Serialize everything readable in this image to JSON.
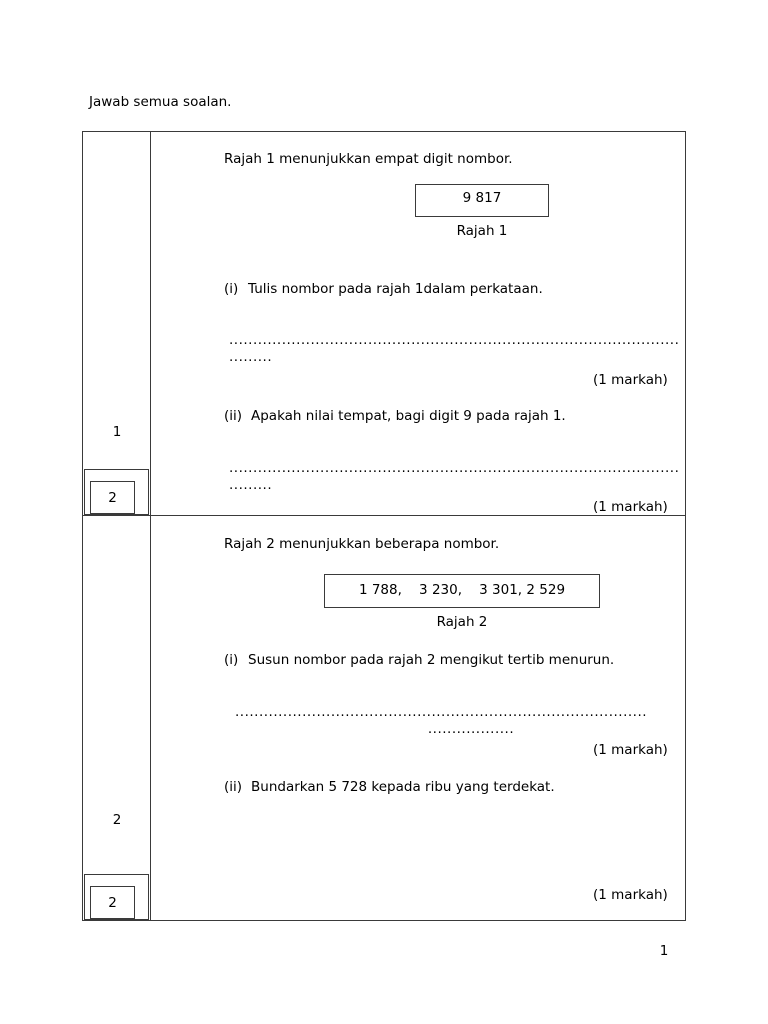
{
  "document": {
    "intro": "Jawab semua soalan.",
    "page_number": "1"
  },
  "questions": [
    {
      "number": "1",
      "marks_box": "2",
      "stem": "Rajah 1 menunjukkan empat digit nombor.",
      "figure": {
        "value": "9 817",
        "caption": "Rajah 1"
      },
      "parts": [
        {
          "label": "(i)",
          "text": "Tulis nombor pada rajah 1dalam perkataan.",
          "answer_line_1": "..............................................................................................",
          "answer_line_2": ".........",
          "marks": "(1 markah)"
        },
        {
          "label": "(ii)",
          "text": "Apakah nilai tempat, bagi digit 9 pada rajah 1.",
          "answer_line_1": "..............................................................................................",
          "answer_line_2": ".........",
          "marks": "(1 markah)"
        }
      ]
    },
    {
      "number": "2",
      "marks_box": "2",
      "stem": "Rajah 2 menunjukkan beberapa nombor.",
      "figure": {
        "value": "1 788,    3 230,    3 301, 2 529",
        "caption": "Rajah 2"
      },
      "parts": [
        {
          "label": "(i)",
          "text": "Susun nombor pada rajah 2 mengikut tertib menurun.",
          "answer_line_1": "......................................................................................",
          "answer_line_2": "..................",
          "marks": "(1 markah)"
        },
        {
          "label": "(ii)",
          "text": "Bundarkan 5 728 kepada ribu yang terdekat.",
          "answer_line_1": "",
          "answer_line_2": "",
          "marks": "(1 markah)"
        }
      ]
    }
  ]
}
